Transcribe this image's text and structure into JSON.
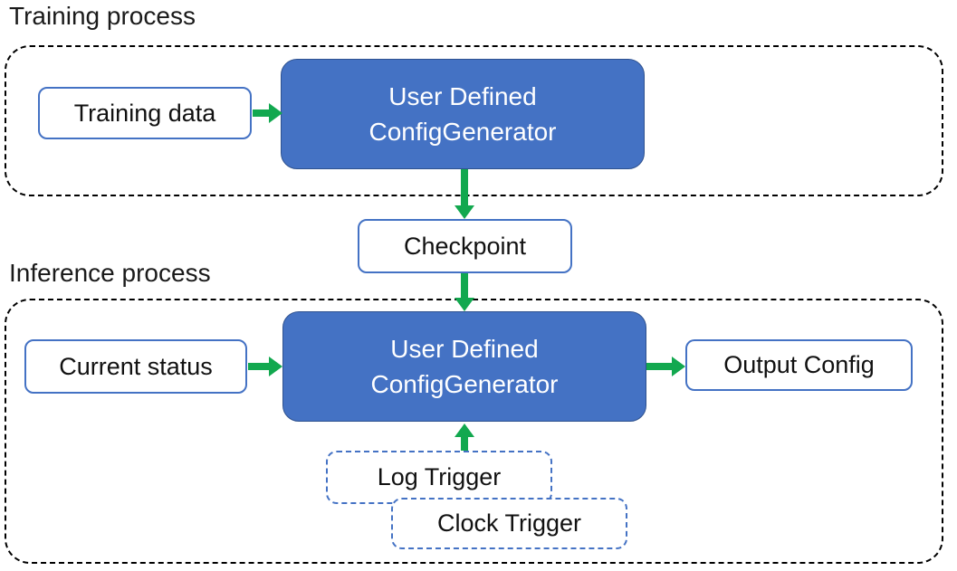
{
  "training": {
    "label": "Training process",
    "input_box": "Training data",
    "generator_line1": "User Defined",
    "generator_line2": "ConfigGenerator"
  },
  "checkpoint": {
    "label": "Checkpoint"
  },
  "inference": {
    "label": "Inference process",
    "input_box": "Current status",
    "generator_line1": "User Defined",
    "generator_line2": "ConfigGenerator",
    "output_box": "Output Config",
    "log_trigger": "Log Trigger",
    "clock_trigger": "Clock Trigger"
  },
  "colors": {
    "generator_fill": "#4472C4",
    "generator_border": "#2F528F",
    "box_border_blue": "#4472C4",
    "trigger_dash_blue": "#4472C4",
    "arrow_green": "#12A84F",
    "container_dash_black": "#000000",
    "background": "#FFFFFF",
    "text_dark": "#111111",
    "text_on_blue": "#FFFFFF"
  }
}
